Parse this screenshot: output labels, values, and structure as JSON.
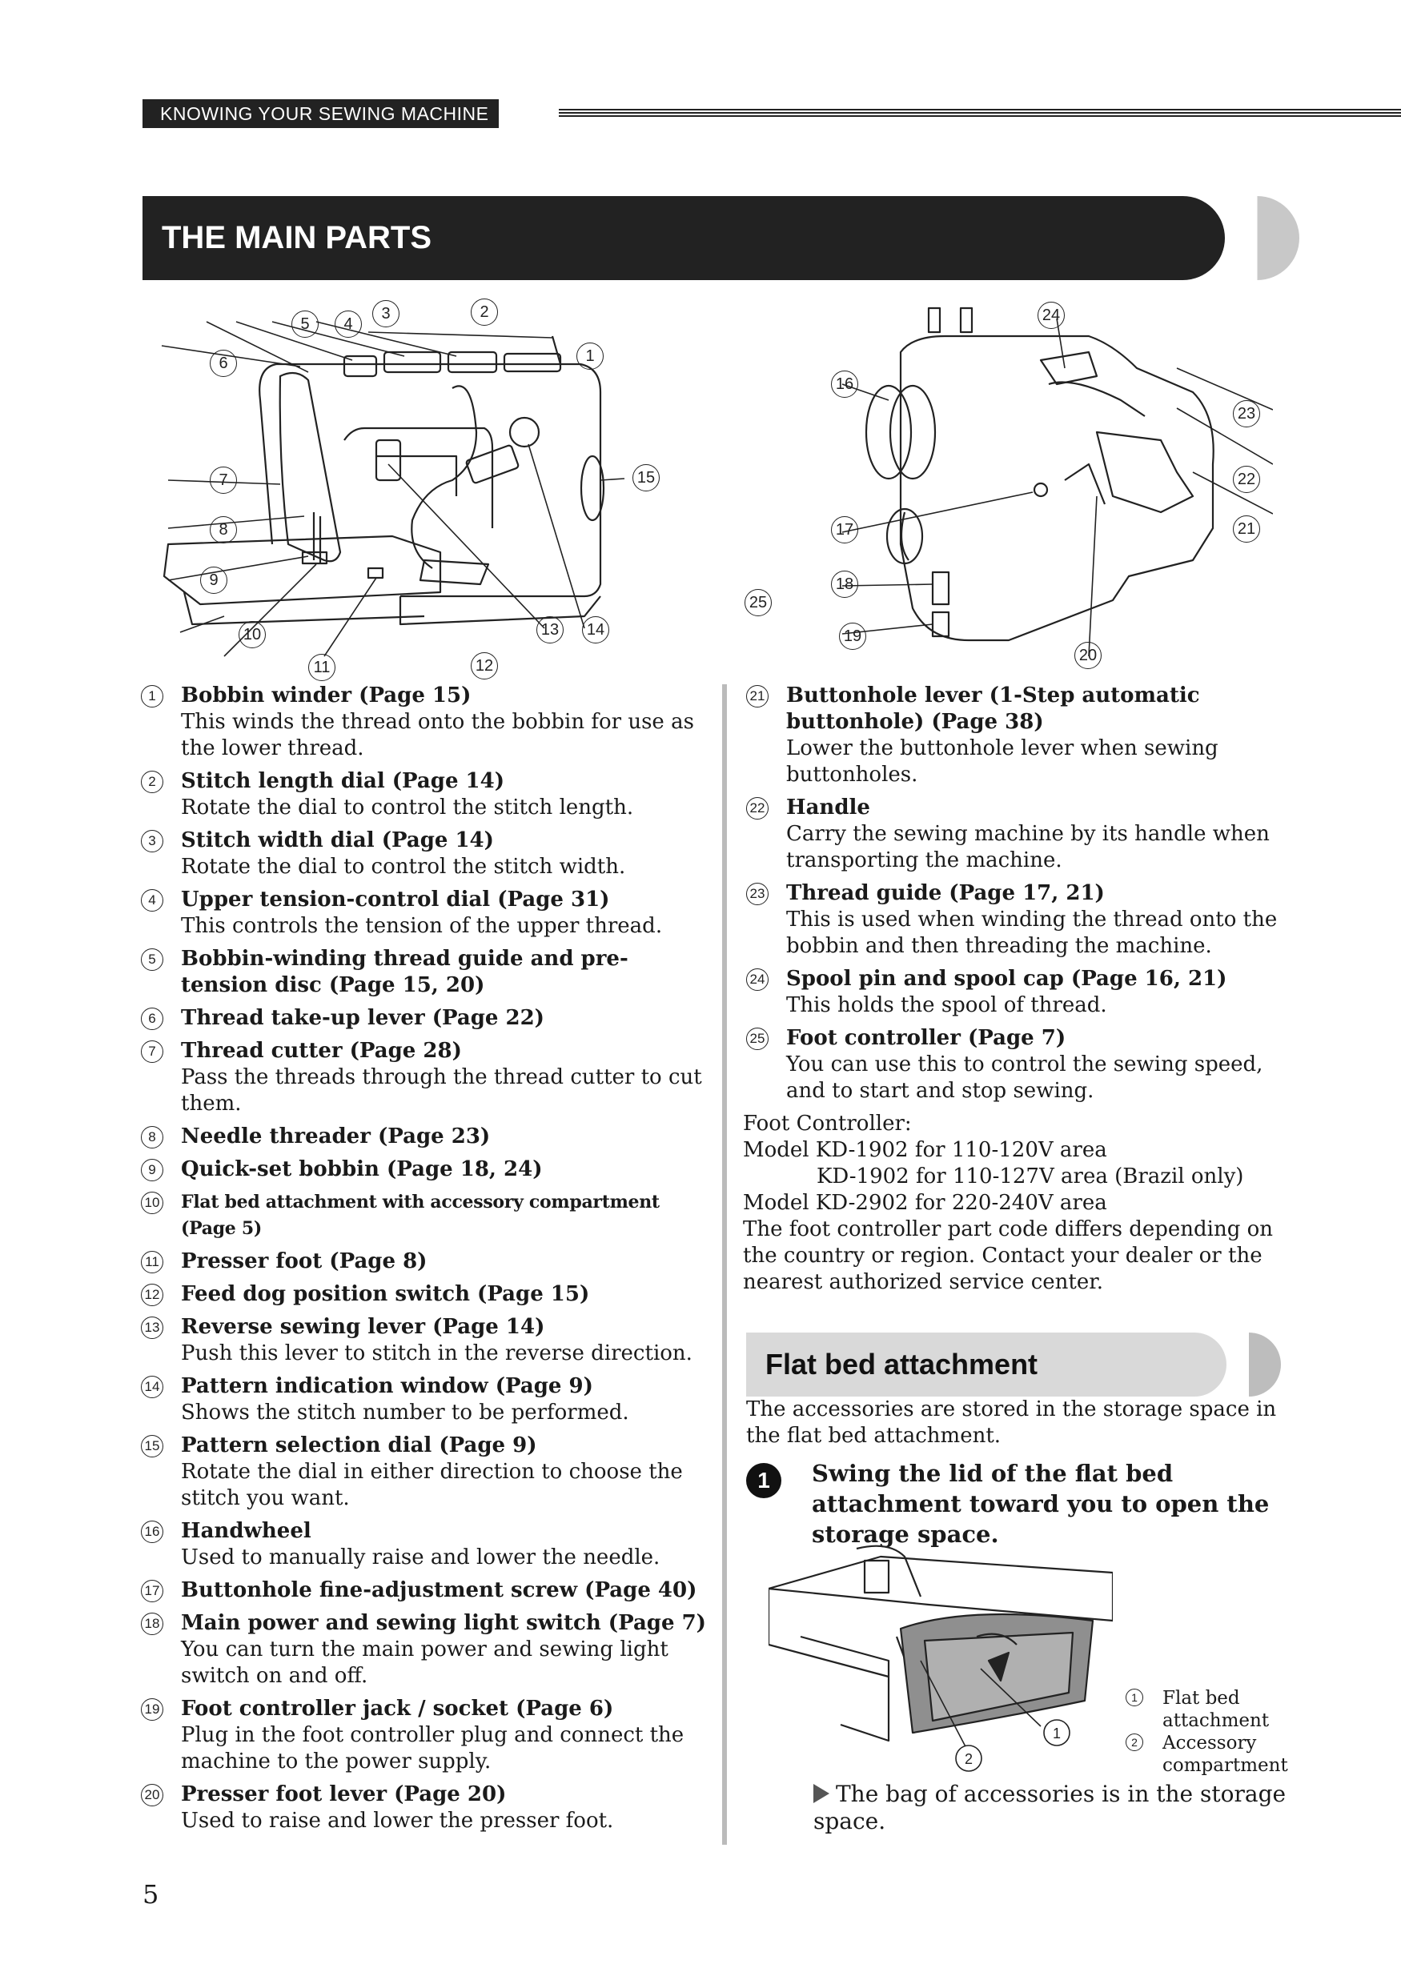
{
  "running_header": "KNOWING YOUR SEWING MACHINE",
  "section_title": "THE MAIN PARTS",
  "callouts_front": [
    "1",
    "2",
    "3",
    "4",
    "5",
    "6",
    "7",
    "8",
    "9",
    "10",
    "11",
    "12",
    "13",
    "14",
    "15",
    "25"
  ],
  "callouts_side": [
    "16",
    "17",
    "18",
    "19",
    "20",
    "21",
    "22",
    "23",
    "24"
  ],
  "parts_left": [
    {
      "num": "1",
      "name": "Bobbin winder (Page 15)",
      "desc": "This winds the thread onto the bobbin for use as the lower thread."
    },
    {
      "num": "2",
      "name": "Stitch length dial (Page 14)",
      "desc": "Rotate the dial to control the stitch length."
    },
    {
      "num": "3",
      "name": "Stitch width dial (Page 14)",
      "desc": "Rotate the dial to control the stitch width."
    },
    {
      "num": "4",
      "name": "Upper tension-control dial (Page 31)",
      "desc": "This controls the tension of the upper thread."
    },
    {
      "num": "5",
      "name": "Bobbin-winding thread guide and pre-tension disc (Page 15, 20)",
      "desc": ""
    },
    {
      "num": "6",
      "name": "Thread take-up lever (Page 22)",
      "desc": ""
    },
    {
      "num": "7",
      "name": "Thread cutter (Page 28)",
      "desc": "Pass the threads through the thread cutter to cut them."
    },
    {
      "num": "8",
      "name": "Needle threader (Page 23)",
      "desc": ""
    },
    {
      "num": "9",
      "name": "Quick-set bobbin (Page 18, 24)",
      "desc": ""
    },
    {
      "num": "10",
      "name": "Flat bed attachment with accessory compartment (Page 5)",
      "desc": ""
    },
    {
      "num": "11",
      "name": "Presser foot (Page 8)",
      "desc": ""
    },
    {
      "num": "12",
      "name": "Feed dog position switch (Page 15)",
      "desc": ""
    },
    {
      "num": "13",
      "name": "Reverse sewing lever (Page 14)",
      "desc": "Push this lever to stitch in the reverse direction."
    },
    {
      "num": "14",
      "name": "Pattern indication window (Page 9)",
      "desc": "Shows the stitch number to be performed."
    },
    {
      "num": "15",
      "name": "Pattern selection dial (Page 9)",
      "desc": "Rotate the dial in either direction to choose the stitch you want."
    },
    {
      "num": "16",
      "name": "Handwheel",
      "desc": "Used to manually raise and lower the needle."
    },
    {
      "num": "17",
      "name": "Buttonhole fine-adjustment screw (Page 40)",
      "desc": ""
    },
    {
      "num": "18",
      "name": "Main power and sewing light switch (Page 7)",
      "desc": "You can turn the main power and sewing light switch on and off."
    },
    {
      "num": "19",
      "name": "Foot controller jack / socket (Page 6)",
      "desc": "Plug in the foot controller plug and connect the machine to the power supply."
    },
    {
      "num": "20",
      "name": "Presser foot lever (Page 20)",
      "desc": "Used to raise and lower the presser foot."
    }
  ],
  "parts_right": [
    {
      "num": "21",
      "name": "Buttonhole lever (1-Step automatic buttonhole) (Page 38)",
      "desc": "Lower the buttonhole lever when sewing buttonholes."
    },
    {
      "num": "22",
      "name": "Handle",
      "desc": "Carry the sewing machine by its handle when transporting the machine."
    },
    {
      "num": "23",
      "name": "Thread guide (Page 17, 21)",
      "desc": "This is used when winding the thread onto the bobbin and then threading the machine."
    },
    {
      "num": "24",
      "name": "Spool pin and spool cap (Page 16, 21)",
      "desc": "This holds the spool of thread."
    },
    {
      "num": "25",
      "name": "Foot controller (Page 7)",
      "desc": "You can use this to control the sewing speed, and to start and stop sewing."
    }
  ],
  "foot_controller": {
    "label": "Foot Controller:",
    "model1": "Model KD-1902 for 110-120V area",
    "model1b": "KD-1902 for 110-127V area (Brazil only)",
    "model2": "Model KD-2902 for 220-240V area",
    "note": "The foot controller part code differs depending on the country or region. Contact your dealer or the nearest authorized service center."
  },
  "flat_bed": {
    "title": "Flat bed attachment",
    "intro": "The accessories are stored in the storage space in the flat bed attachment.",
    "step_num": "1",
    "step_text": "Swing the lid of the flat bed attachment toward you to open the storage space.",
    "legend": [
      {
        "num": "1",
        "label": "Flat bed attachment"
      },
      {
        "num": "2",
        "label": "Accessory compartment"
      }
    ],
    "result": "The bag of accessories is in the storage space."
  },
  "page_number": "5"
}
